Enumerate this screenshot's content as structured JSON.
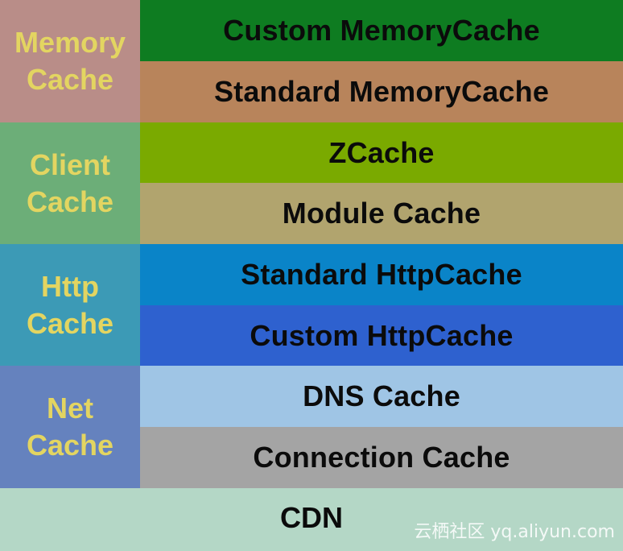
{
  "groups": [
    {
      "label": "Memory\nCache",
      "color": "#b98d88"
    },
    {
      "label": "Client\nCache",
      "color": "#6cae78"
    },
    {
      "label": "Http\nCache",
      "color": "#3c9ab6"
    },
    {
      "label": "Net\nCache",
      "color": "#6582be"
    }
  ],
  "layers": [
    {
      "label": "Custom MemoryCache",
      "color": "#0e7c21"
    },
    {
      "label": "Standard MemoryCache",
      "color": "#b8845b"
    },
    {
      "label": "ZCache",
      "color": "#7aaa00"
    },
    {
      "label": "Module Cache",
      "color": "#b1a46e"
    },
    {
      "label": "Standard HttpCache",
      "color": "#0a84c8"
    },
    {
      "label": "Custom HttpCache",
      "color": "#2e61cf"
    },
    {
      "label": "DNS Cache",
      "color": "#9fc5e5"
    },
    {
      "label": "Connection Cache",
      "color": "#a4a4a4"
    }
  ],
  "base": {
    "label": "CDN",
    "color": "#b4d7c6"
  },
  "watermark": "云栖社区 yq.aliyun.com"
}
